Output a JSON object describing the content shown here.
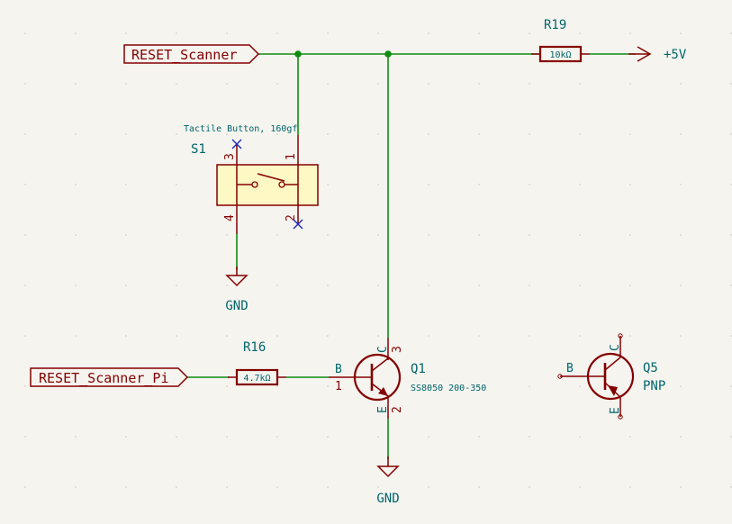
{
  "colors": {
    "background": "#f5f4ef",
    "wire": "#0f8c0f",
    "symbol": "#840000",
    "text": "#00656b",
    "no_connect": "#1b2bb8",
    "switch_fill": "#fef8c4"
  },
  "labels": {
    "reset_scanner": "RESET_Scanner",
    "reset_scanner_pi": "RESET_Scanner_Pi",
    "plus5v": "+5V",
    "gnd1": "GND",
    "gnd2": "GND"
  },
  "components": {
    "r19": {
      "ref": "R19",
      "value": "10kΩ"
    },
    "r16": {
      "ref": "R16",
      "value": "4.7kΩ"
    },
    "s1": {
      "ref": "S1",
      "value": "Tactile Button, 160gf",
      "pins": [
        "1",
        "2",
        "3",
        "4"
      ]
    },
    "q1": {
      "ref": "Q1",
      "value": "SS8050 200-350",
      "pin_b": "B",
      "pin_c": "C",
      "pin_e": "E",
      "pin_1": "1",
      "pin_2": "2",
      "pin_3": "3"
    },
    "q5": {
      "ref": "Q5",
      "value": "PNP",
      "pin_b": "B",
      "pin_c": "C",
      "pin_e": "E"
    }
  }
}
